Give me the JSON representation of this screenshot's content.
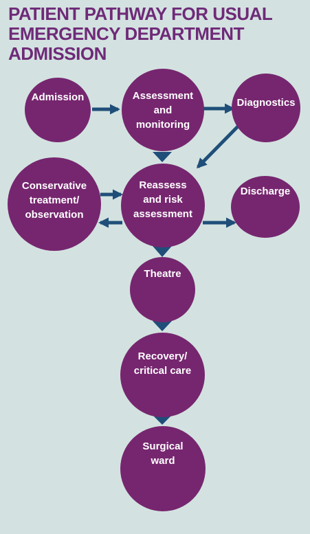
{
  "title": {
    "line1": "PATIENT PATHWAY FOR USUAL",
    "line2": "EMERGENCY DEPARTMENT",
    "line3": "ADMISSION"
  },
  "colors": {
    "background": "#d3e2e0",
    "title": "#6f2a78",
    "node": "#76266f",
    "node_text": "#ffffff",
    "arrow": "#1f4e79"
  },
  "nodes": {
    "admission": "Admission",
    "assessment": "Assessment\nand\nmonitoring",
    "diagnostics": "Diagnostics",
    "conservative": "Conservative\ntreatment/\nobservation",
    "reassess": "Reassess\nand risk\nassessment",
    "discharge": "Discharge",
    "theatre": "Theatre",
    "recovery": "Recovery/\ncritical care",
    "surgical": "Surgical\nward"
  }
}
